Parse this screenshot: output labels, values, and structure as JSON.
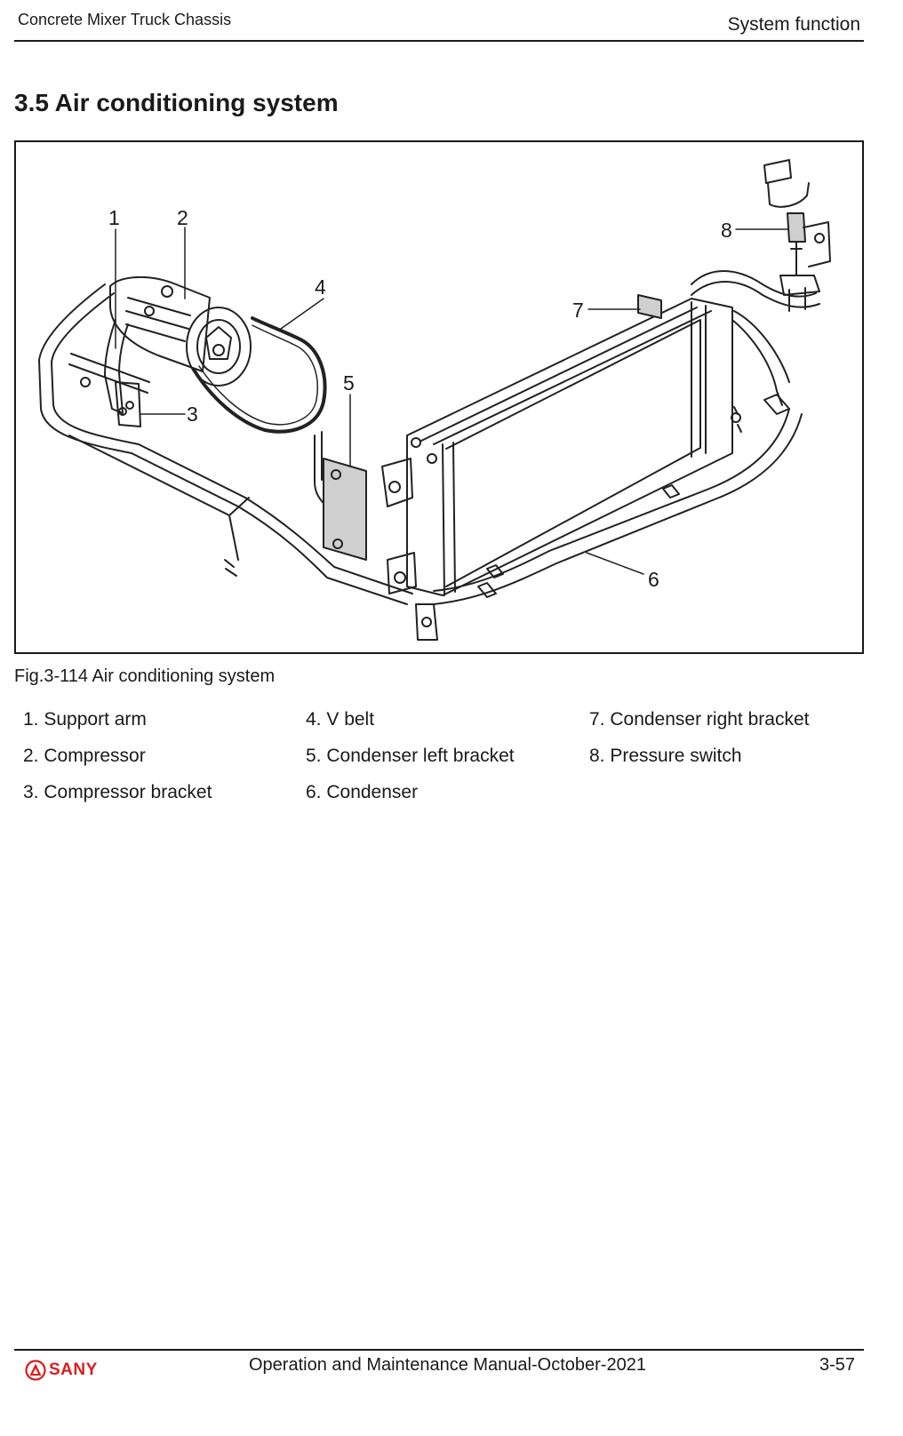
{
  "header": {
    "left": "Concrete Mixer Truck Chassis",
    "right": "System function"
  },
  "section": {
    "title": "3.5 Air conditioning system"
  },
  "figure": {
    "callouts": [
      "1",
      "2",
      "3",
      "4",
      "5",
      "6",
      "7",
      "8"
    ],
    "caption": "Fig.3-114 Air conditioning system"
  },
  "parts": [
    "1. Support arm",
    "2. Compressor",
    "3. Compressor bracket",
    "4. V belt",
    "5. Condenser left bracket",
    "6. Condenser",
    "7. Condenser right bracket",
    "8. Pressure switch"
  ],
  "footer": {
    "logo": "SANY",
    "logo_icon": "sany-logo-icon",
    "brand_color": "#d81e1e",
    "center": "Operation and Maintenance Manual-October-2021",
    "page": "3-57"
  }
}
